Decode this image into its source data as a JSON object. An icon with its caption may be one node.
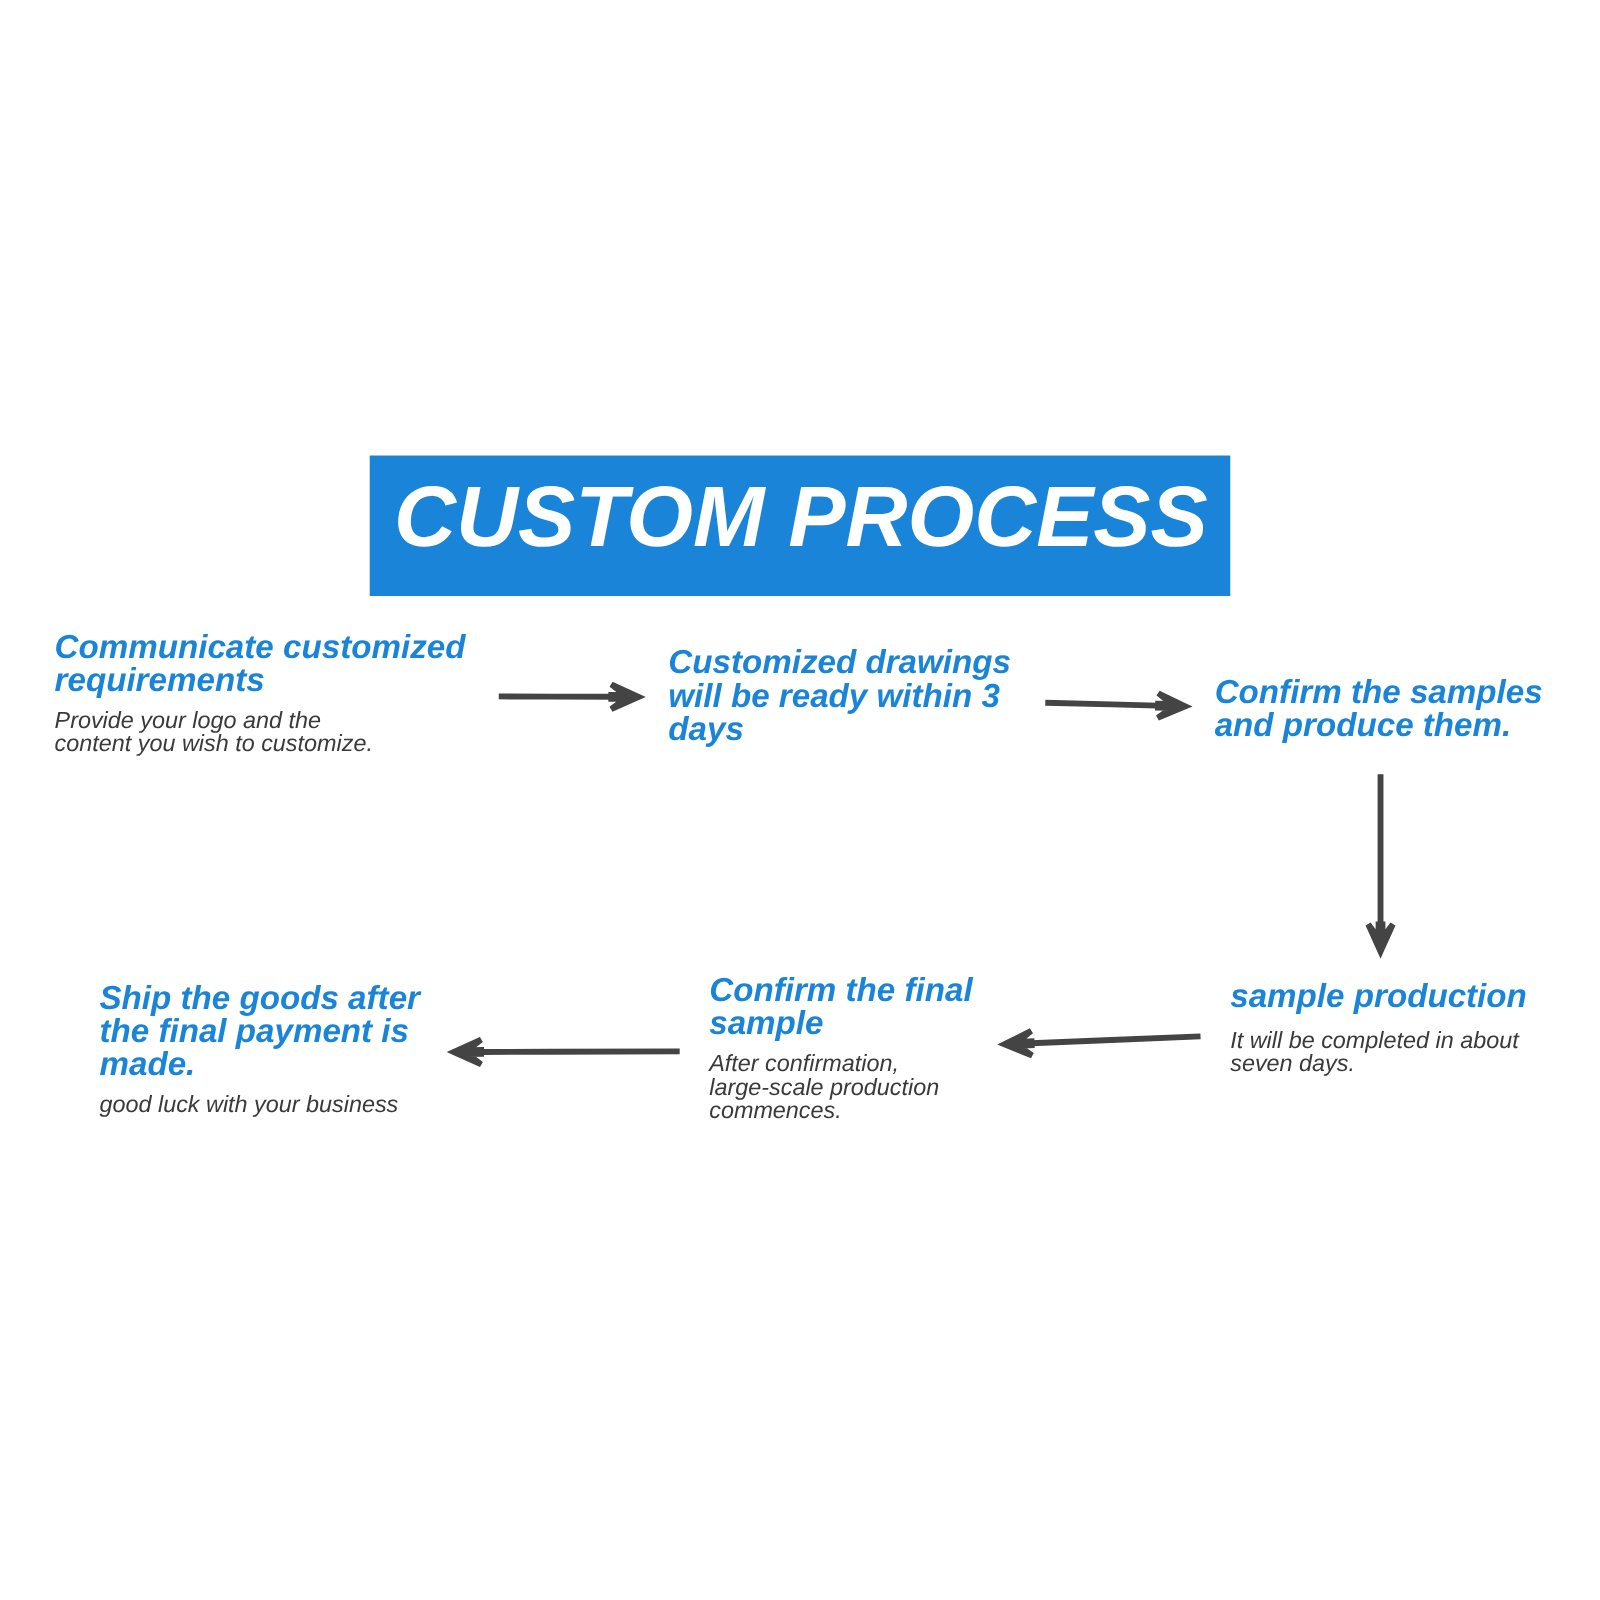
{
  "diagram": {
    "title": "CUSTOM PROCESS",
    "nodes": [
      {
        "text": [
          "Communicate customized requirements",
          "Provide your logo and the content you wish to customize."
        ]
      },
      {
        "text": [
          "Customized drawings will be ready within 3 days"
        ]
      },
      {
        "text": [
          "Confirm the samples and produce them."
        ]
      },
      {
        "text": [
          "sample production",
          "It will be completed in about seven days."
        ]
      },
      {
        "text": [
          "Confirm the final sample",
          "After confirmation, large-scale production commences."
        ]
      },
      {
        "text": [
          "Ship the goods after the final payment is made.",
          "good luck with your business"
        ]
      }
    ],
    "edges": [
      {
        "from": 0,
        "to": 1,
        "arrow": "to"
      },
      {
        "from": 1,
        "to": 2,
        "arrow": "to"
      },
      {
        "from": 2,
        "to": 3,
        "arrow": "to"
      },
      {
        "from": 3,
        "to": 4,
        "arrow": "to"
      },
      {
        "from": 4,
        "to": 5,
        "arrow": "to"
      }
    ]
  }
}
